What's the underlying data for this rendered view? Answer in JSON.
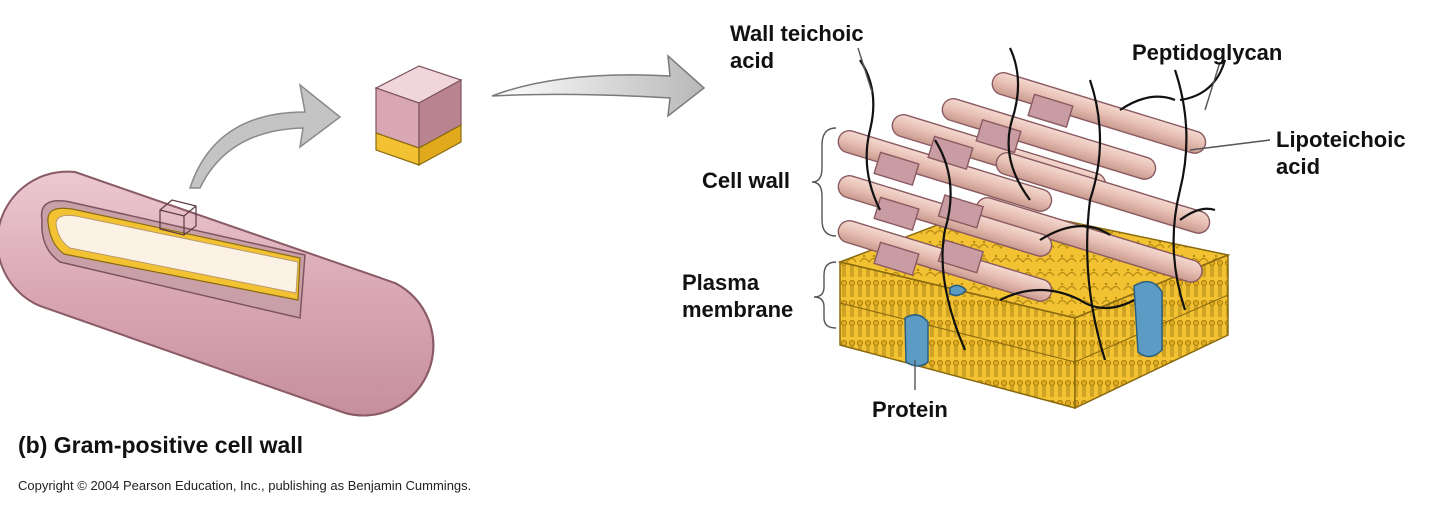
{
  "labels": {
    "wall_teichoic_acid": [
      "Wall teichoic",
      "acid"
    ],
    "peptidoglycan": "Peptidoglycan",
    "lipoteichoic_acid": [
      "Lipoteichoic",
      "acid"
    ],
    "cell_wall": "Cell wall",
    "plasma_membrane": [
      "Plasma",
      "membrane"
    ],
    "protein": "Protein"
  },
  "caption": {
    "panel": "(b)",
    "title": "Gram-positive cell wall"
  },
  "copyright": "Copyright © 2004 Pearson Education, Inc., publishing as Benjamin Cummings.",
  "colors": {
    "cell_body": "#d9a7b4",
    "cell_wall_pink": "#b9848f",
    "membrane_yellow": "#f2c232",
    "rod_pink": "#e8c3b8",
    "rod_mauve": "#c99ba3",
    "protein_blue": "#5c9cc4",
    "arrow_gray": "#bdbdbd"
  }
}
